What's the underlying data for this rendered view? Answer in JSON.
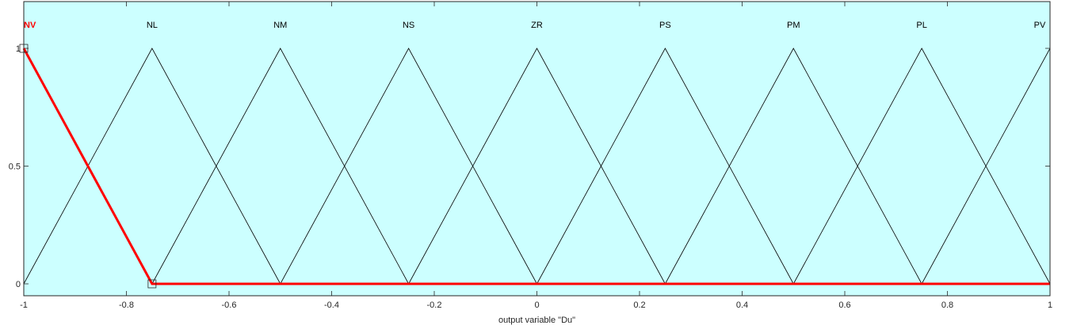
{
  "chart_data": {
    "type": "line",
    "xlabel": "output variable \"Du\"",
    "ylabel": "",
    "xlim": [
      -1,
      1
    ],
    "ylim": [
      0,
      1
    ],
    "x_ticks": [
      -1,
      -0.8,
      -0.6,
      -0.4,
      -0.2,
      0,
      0.2,
      0.4,
      0.6,
      0.8,
      1
    ],
    "x_tick_labels": [
      "-1",
      "-0.8",
      "-0.6",
      "-0.4",
      "-0.2",
      "0",
      "0.2",
      "0.4",
      "0.6",
      "0.8",
      "1"
    ],
    "y_ticks": [
      0,
      0.5,
      1
    ],
    "y_tick_labels": [
      "0",
      "0.5",
      "1"
    ],
    "grid": false,
    "plot_background": "#ccffff",
    "default_series_color": "#000000",
    "selected_series_color": "#ff0000",
    "series": [
      {
        "name": "NV",
        "points": [
          [
            -1,
            1
          ],
          [
            -0.75,
            0
          ],
          [
            1,
            0
          ]
        ],
        "selected": true
      },
      {
        "name": "NL",
        "points": [
          [
            -1,
            0
          ],
          [
            -0.75,
            1
          ],
          [
            -0.5,
            0
          ]
        ],
        "selected": false
      },
      {
        "name": "NM",
        "points": [
          [
            -0.75,
            0
          ],
          [
            -0.5,
            1
          ],
          [
            -0.25,
            0
          ]
        ],
        "selected": false
      },
      {
        "name": "NS",
        "points": [
          [
            -0.5,
            0
          ],
          [
            -0.25,
            1
          ],
          [
            0,
            0
          ]
        ],
        "selected": false
      },
      {
        "name": "ZR",
        "points": [
          [
            -0.25,
            0
          ],
          [
            0,
            1
          ],
          [
            0.25,
            0
          ]
        ],
        "selected": false
      },
      {
        "name": "PS",
        "points": [
          [
            0,
            0
          ],
          [
            0.25,
            1
          ],
          [
            0.5,
            0
          ]
        ],
        "selected": false
      },
      {
        "name": "PM",
        "points": [
          [
            0.25,
            0
          ],
          [
            0.5,
            1
          ],
          [
            0.75,
            0
          ]
        ],
        "selected": false
      },
      {
        "name": "PL",
        "points": [
          [
            0.5,
            0
          ],
          [
            0.75,
            1
          ],
          [
            1,
            0
          ]
        ],
        "selected": false
      },
      {
        "name": "PV",
        "points": [
          [
            0.75,
            0
          ],
          [
            1,
            1
          ]
        ],
        "selected": false
      }
    ],
    "label_peaks": [
      -1,
      -0.75,
      -0.5,
      -0.25,
      0,
      0.25,
      0.5,
      0.75,
      1
    ],
    "selected_handles": [
      [
        -1,
        1
      ],
      [
        -0.75,
        0
      ]
    ]
  }
}
